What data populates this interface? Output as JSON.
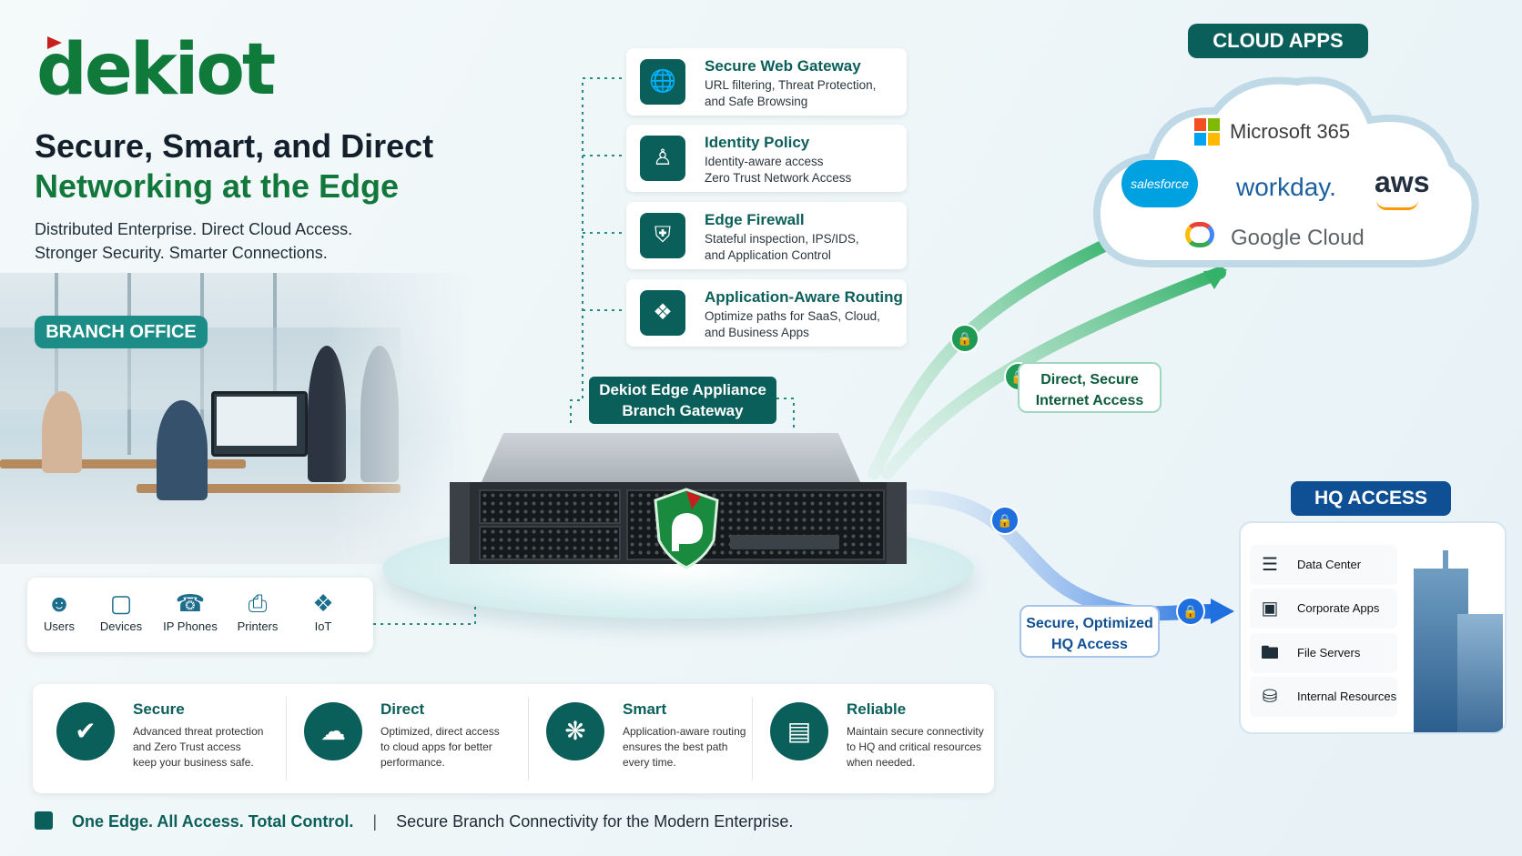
{
  "brand": {
    "logo_text": "dekiot"
  },
  "headline": {
    "line1": "Secure, Smart, and Direct",
    "line2": "Networking at the Edge",
    "sub1": "Distributed Enterprise. Direct Cloud Access.",
    "sub2": "Stronger Security. Smarter Connections."
  },
  "branch": {
    "label": "BRANCH OFFICE",
    "devices": [
      {
        "icon": "user-icon",
        "label": "Users"
      },
      {
        "icon": "laptop-icon",
        "label": "Devices"
      },
      {
        "icon": "phone-icon",
        "label": "IP Phones"
      },
      {
        "icon": "printer-icon",
        "label": "Printers"
      },
      {
        "icon": "wireless-icon",
        "label": "IoT"
      }
    ]
  },
  "features": [
    {
      "icon": "globe-icon",
      "title": "Secure Web Gateway",
      "line1": "URL filtering, Threat Protection,",
      "line2": "and Safe Browsing"
    },
    {
      "icon": "user-badge-icon",
      "title": "Identity Policy",
      "line1": "Identity-aware access",
      "line2": "Zero Trust Network Access"
    },
    {
      "icon": "shield-icon",
      "title": "Edge Firewall",
      "line1": "Stateful inspection, IPS/IDS,",
      "line2": "and Application Control"
    },
    {
      "icon": "routing-icon",
      "title": "Application-Aware Routing",
      "line1": "Optimize paths for SaaS, Cloud,",
      "line2": "and Business Apps"
    }
  ],
  "appliance": {
    "line1": "Dekiot Edge Appliance",
    "line2": "Branch Gateway"
  },
  "cloud": {
    "label": "CLOUD APPS",
    "apps": [
      "Microsoft 365",
      "salesforce",
      "workday.",
      "aws",
      "Google Cloud"
    ]
  },
  "internet_access": {
    "line1": "Direct, Secure",
    "line2": "Internet Access"
  },
  "hq_access": {
    "line1": "Secure, Optimized",
    "line2": "HQ Access"
  },
  "hq": {
    "label": "HQ ACCESS",
    "items": [
      {
        "icon": "server-icon",
        "label": "Data Center"
      },
      {
        "icon": "app-window-icon",
        "label": "Corporate Apps"
      },
      {
        "icon": "folder-icon",
        "label": "File Servers"
      },
      {
        "icon": "database-icon",
        "label": "Internal Resources"
      }
    ]
  },
  "benefits": [
    {
      "icon": "shield-check-icon",
      "title": "Secure",
      "l1": "Advanced threat protection",
      "l2": "and Zero Trust access",
      "l3": "keep your business safe."
    },
    {
      "icon": "cloud-icon",
      "title": "Direct",
      "l1": "Optimized, direct access",
      "l2": "to cloud apps for better",
      "l3": "performance."
    },
    {
      "icon": "network-icon",
      "title": "Smart",
      "l1": "Application-aware routing",
      "l2": "ensures the best path",
      "l3": "every time."
    },
    {
      "icon": "bar-chart-icon",
      "title": "Reliable",
      "l1": "Maintain secure connectivity",
      "l2": "to HQ and critical resources",
      "l3": "when needed."
    }
  ],
  "footer": {
    "tagline": "One Edge. All Access. Total Control.",
    "separator": "|",
    "text": "Secure Branch Connectivity for the Modern Enterprise."
  },
  "colors": {
    "primary": "#0b5f5a",
    "green": "#11773b",
    "blue": "#0f4f93",
    "accent_red": "#c81e1e"
  }
}
